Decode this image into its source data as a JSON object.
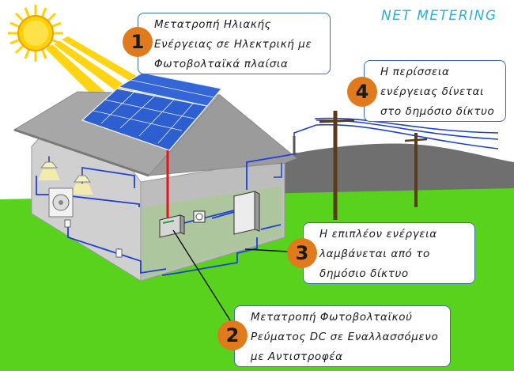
{
  "title": "NET METERING",
  "colors": {
    "sun": "#ffd200",
    "ground": "#58d21c",
    "mountain": "#6f6f6f",
    "house": "#c9c9c9",
    "wire": "#1f3fd6",
    "dc_wire": "#e0181a",
    "badge": "#e07a1c",
    "box_border": "#3b6fb0"
  },
  "callouts": [
    {
      "number": "1",
      "lines": [
        "Μετατροπή Ηλιακής",
        "Ενέργειας σε Ηλεκτρική με",
        "Φωτοβολταϊκά πλαίσια"
      ]
    },
    {
      "number": "2",
      "lines": [
        "Μετατροπή Φωτοβολταϊκού",
        "Ρεύματος DC σε Εναλλασσόμενο",
        "με Αντιστροφέα"
      ]
    },
    {
      "number": "3",
      "lines": [
        "Η επιπλέον ενέργεια",
        "λαμβάνεται από το",
        "δημόσιο δίκτυο"
      ]
    },
    {
      "number": "4",
      "lines": [
        "Η περίσσεια",
        "ενέργειας δίνεται",
        "στο δημόσιο δίκτυο"
      ]
    }
  ]
}
